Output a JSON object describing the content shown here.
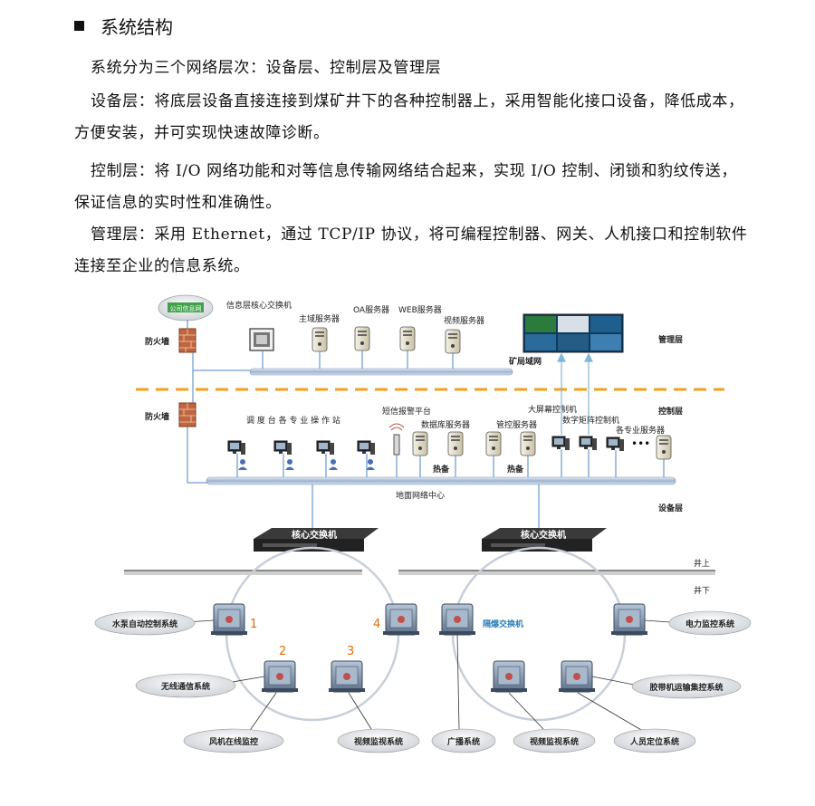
{
  "heading": "系统结构",
  "paragraphs": [
    "系统分为三个网络层次：设备层、控制层及管理层",
    "设备层：将底层设备直接连接到煤矿井下的各种控制器上，采用智能化接口设备，降低成本，方便安装，并可实现快速故障诊断。",
    "控制层：将 I/O 网络功能和对等信息传输网络结合起来，实现 I/O 控制、闭锁和豹纹传送，保证信息的实时性和准确性。",
    "管理层：采用 Ethernet，通过 TCP/IP 协议，将可编程控制器、网关、人机接口和控制软件连接至企业的信息系统。"
  ],
  "diagram": {
    "cloud_public": "公司信息网",
    "firewall_top": "防火墙",
    "firewall_mid": "防火墙",
    "core_switch_info": "信息层核心交换机",
    "main_domain_server": "主域服务器",
    "oa_server": "OA服务器",
    "web_server": "WEB服务器",
    "video_server": "视频服务器",
    "mine_lan": "矿局域网",
    "layer_management": "管理层",
    "layer_control": "控制层",
    "layer_device": "设备层",
    "dispatch_stations": "调 度 台 各 专 业 操 作 站",
    "sms_alarm": "短信报警平台",
    "database_server": "数据库服务器",
    "control_server": "管控服务器",
    "big_screen": "大屏幕控制机",
    "digital_matrix": "数字矩阵控制机",
    "professional_servers": "各专业服务器",
    "hot_standby_1": "热备",
    "hot_standby_2": "热备",
    "ground_center": "地面网络中心",
    "core_switch_left": "核心交换机",
    "core_switch_right": "核心交换机",
    "above_ground": "井上",
    "below_ground": "井下",
    "explosion_switch": "隔爆交换机",
    "node_numbers": [
      "1",
      "2",
      "3",
      "4"
    ],
    "cloud_systems": {
      "water_pump": "水泵自动控制系统",
      "wireless": "无线通信系统",
      "fan": "风机在线监控",
      "video_left": "视频监视系统",
      "broadcast": "广播系统",
      "video_right": "视频监视系统",
      "personnel": "人员定位系统",
      "belt": "胶带机运输集控系统",
      "power": "电力监控系统"
    }
  }
}
